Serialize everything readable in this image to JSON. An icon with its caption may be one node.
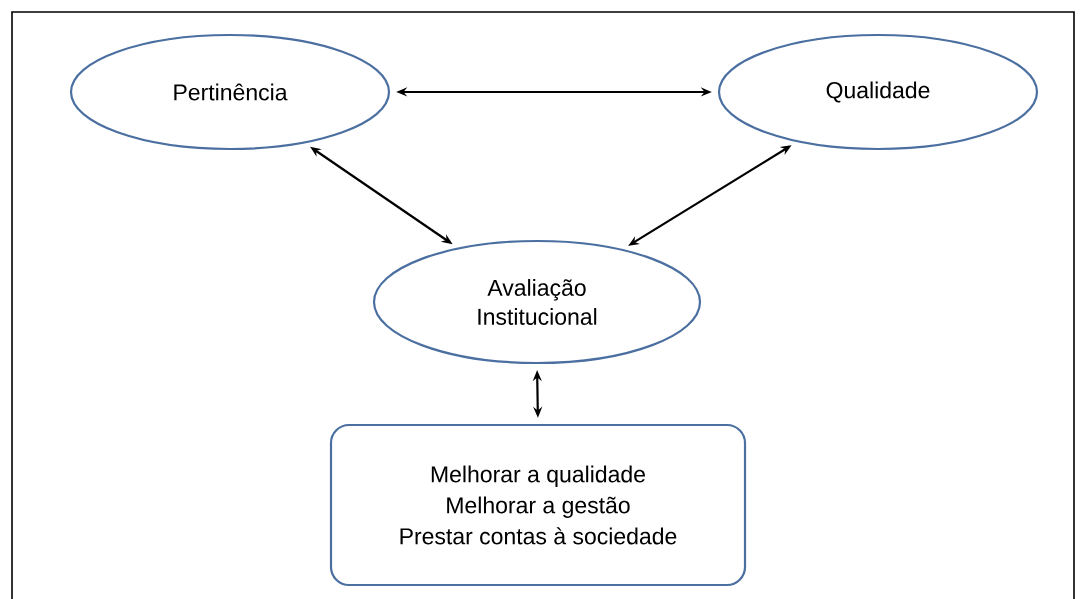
{
  "diagram": {
    "nodes": [
      {
        "text": [
          "Pertinência"
        ]
      },
      {
        "text": [
          "Qualidade"
        ]
      },
      {
        "text": [
          "Avaliação Institucional"
        ]
      },
      {
        "text": [
          "Melhorar a qualidade",
          "Melhorar a gestão",
          "Prestar contas à sociedade"
        ]
      }
    ],
    "edges": [
      {
        "from": 0,
        "to": 1,
        "arrow": "both"
      },
      {
        "from": 0,
        "to": 2,
        "arrow": "both"
      },
      {
        "from": 1,
        "to": 2,
        "arrow": "both"
      },
      {
        "from": 2,
        "to": 3,
        "arrow": "both"
      }
    ]
  }
}
